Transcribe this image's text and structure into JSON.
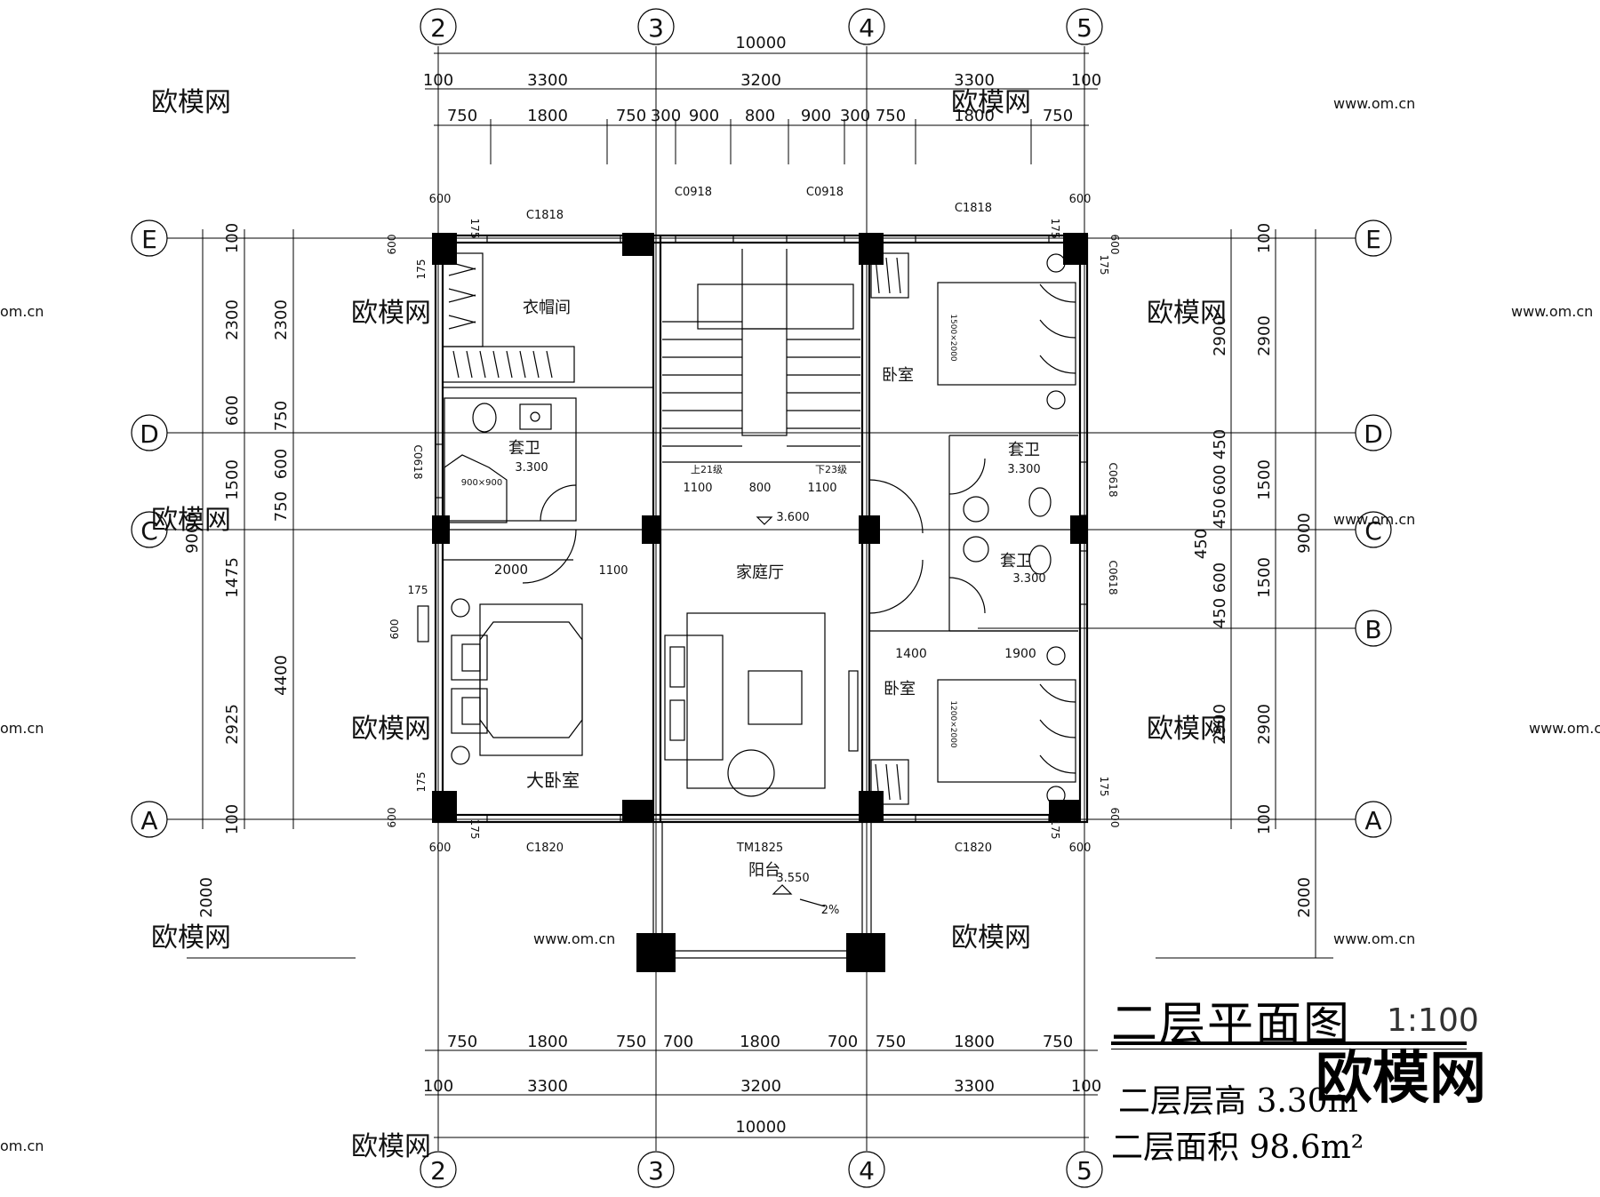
{
  "axes": {
    "top": [
      "2",
      "3",
      "4",
      "5"
    ],
    "bottom": [
      "2",
      "3",
      "4",
      "5"
    ],
    "left": [
      "E",
      "D",
      "C",
      "A"
    ],
    "right": [
      "E",
      "D",
      "C",
      "B",
      "A"
    ]
  },
  "dims_top": {
    "overall": "10000",
    "row2": [
      "100",
      "3300",
      "3200",
      "3300",
      "100"
    ],
    "row3": [
      "750",
      "1800",
      "750",
      "300",
      "900",
      "800",
      "900",
      "300",
      "750",
      "1800",
      "750"
    ]
  },
  "dims_bottom": {
    "row1": [
      "750",
      "1800",
      "750",
      "700",
      "1800",
      "700",
      "750",
      "1800",
      "750"
    ],
    "row2": [
      "100",
      "3300",
      "3200",
      "3300",
      "100"
    ],
    "overall": "10000"
  },
  "dims_left": {
    "outer": [
      "100",
      "2300",
      "600",
      "1500",
      "1475",
      "2925",
      "100"
    ],
    "inner": [
      "2300",
      "750",
      "600",
      "750",
      "4400"
    ],
    "overall": "9000",
    "balcony": "2000"
  },
  "dims_right": {
    "inner": [
      "100",
      "2900",
      "450",
      "600",
      "450",
      "450",
      "600",
      "450",
      "2900",
      "100"
    ],
    "outer": [
      "2900",
      "1500",
      "1500",
      "2900"
    ],
    "overall": "9000",
    "balcony": "2000"
  },
  "small_dims": {
    "d600": "600",
    "d175": "175",
    "d100": "100",
    "wall2000": "2000",
    "door1100": "1100",
    "r1400": "1400",
    "r1900": "1900",
    "stair": [
      "1100",
      "800",
      "1100"
    ]
  },
  "windows": {
    "c1818": "C1818",
    "c0918": "C0918",
    "c0618": "C0618",
    "c1820": "C1820",
    "tm1825": "TM1825"
  },
  "rooms": {
    "cloakroom": "衣帽间",
    "bath": "套卫",
    "bedroom": "卧室",
    "master": "大卧室",
    "family": "家庭厅",
    "balcony": "阳台"
  },
  "levels": {
    "bath": "3.300",
    "hall": "3.600",
    "balcony": "3.550",
    "slope": "2%"
  },
  "stairs": {
    "up": "上21级",
    "down": "下23级"
  },
  "bed_size": "1500×2000",
  "bed_size_small": "1200×2000",
  "shower": "900×900",
  "title": {
    "main": "二层平面图",
    "scale": "1:100",
    "height": "二层层高 3.30m",
    "area": "二层面积 98.6m²"
  },
  "watermark": {
    "brand": "欧模网",
    "url": "www.om.cn",
    "short": "om.cn"
  }
}
